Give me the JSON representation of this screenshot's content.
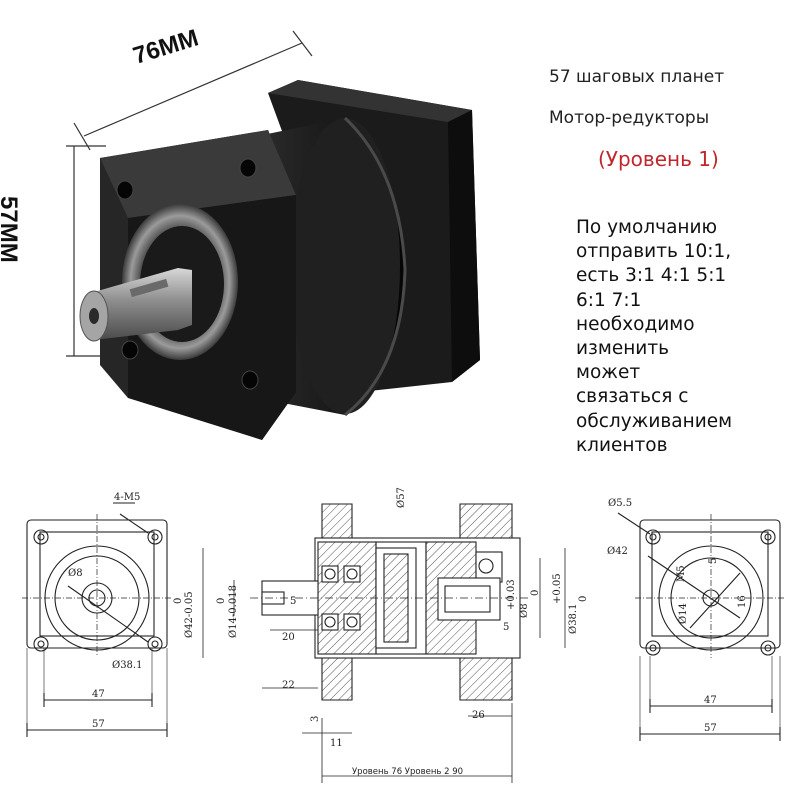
{
  "photo": {
    "dimension_length": "76MM",
    "dimension_height": "57MM"
  },
  "title": {
    "line1": "57 шаговых планет",
    "line2": "Мотор-редукторы",
    "level": "(Уровень 1)"
  },
  "description": {
    "lines": [
      "По умолчанию",
      "отправить 10:1,",
      "есть 3:1 4:1 5:1",
      "6:1 7:1",
      "необходимо",
      "изменить",
      "может",
      "связаться с",
      "обслуживанием",
      "клиентов"
    ]
  },
  "drawing": {
    "front_view": {
      "holes_label": "4-M5",
      "shaft_dia_label": "Ø8",
      "circle_label": "Ø38.1",
      "inner_width": "47",
      "outer_width": "57"
    },
    "side_view": {
      "flange_dia_label": "Ø57",
      "pilot_label": "Ø42-0.05",
      "pilot_zero": "0",
      "shaft_label": "Ø14-0.018",
      "shaft_zero": "0",
      "key_width": "5",
      "shaft_length": "20",
      "overall_shaft": "22",
      "flange_thick": "3",
      "pilot_length": "11",
      "motor_side_length": "26",
      "input_bore_tol": "+0.03",
      "input_bore": "Ø8",
      "input_zero": "0",
      "input_pilot_tol": "+0.05",
      "input_pilot": "Ø38.1",
      "input_pilot_zero": "0",
      "key_small": "5",
      "caption": "Уровень 76 Уровень 2 90"
    },
    "rear_view": {
      "hole_label": "Ø5.5",
      "circle_label": "Ø42",
      "thread_label": "M5",
      "bore_label": "Ø14",
      "key_label": "5",
      "depth_label": "16",
      "inner_width": "47",
      "outer_width": "57"
    }
  },
  "colors": {
    "accent_red": "#c0272d",
    "motor_body": "#151515"
  }
}
